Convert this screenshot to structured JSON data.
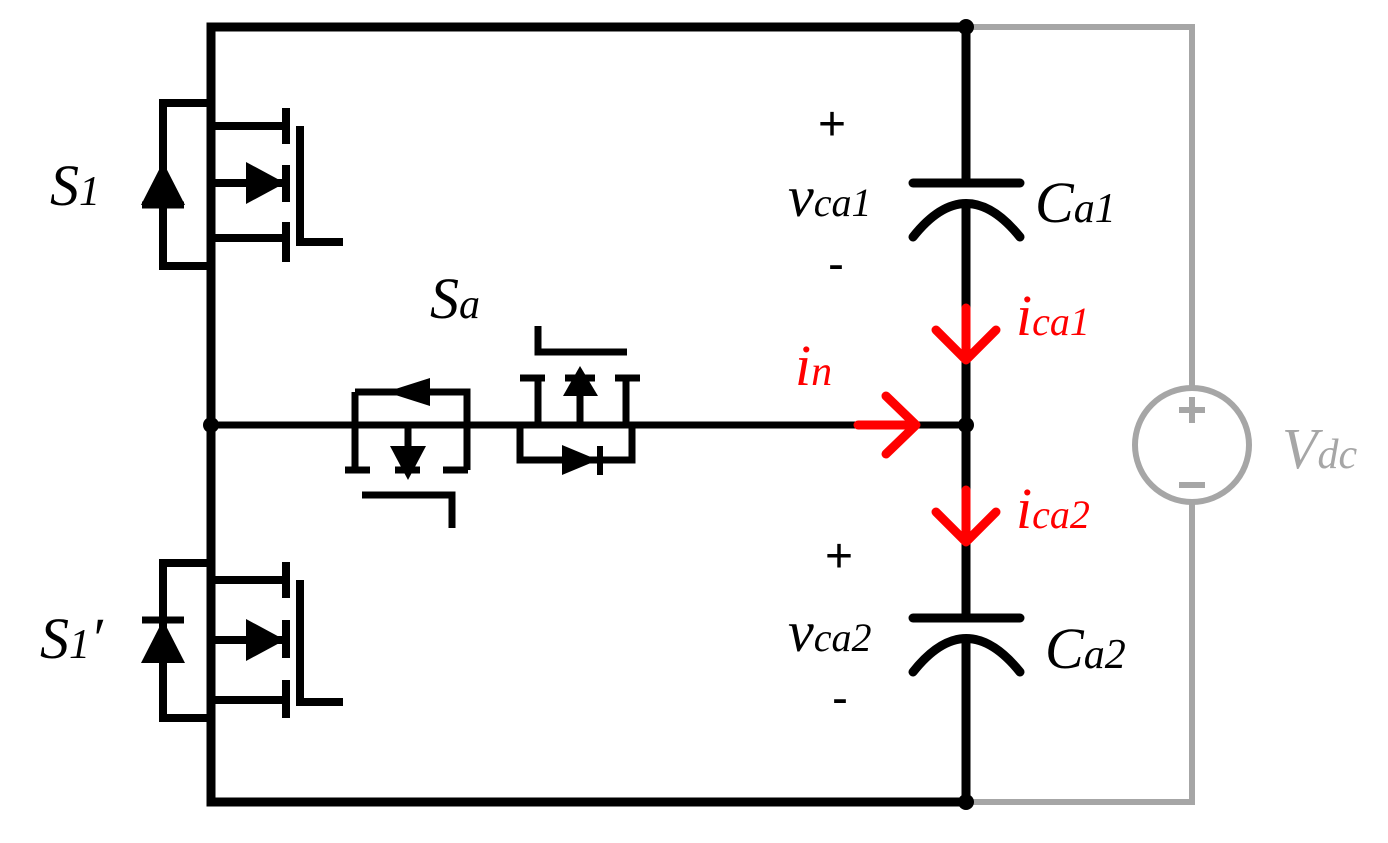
{
  "labels": {
    "s1": {
      "main": "S",
      "sub": "1"
    },
    "s1p": {
      "main": "S",
      "sub": "1",
      "prime": "′"
    },
    "sa": {
      "main": "S",
      "sub": "a"
    },
    "vca1": {
      "main": "v",
      "sub": "ca1"
    },
    "vca2": {
      "main": "v",
      "sub": "ca2"
    },
    "ca1": {
      "main": "C",
      "sub": "a1"
    },
    "ca2": {
      "main": "C",
      "sub": "a2"
    },
    "ica1": {
      "main": "i",
      "sub": "ca1"
    },
    "ica2": {
      "main": "i",
      "sub": "ca2"
    },
    "in": {
      "main": "i",
      "sub": "n"
    },
    "vdc": {
      "main": "V",
      "sub": "dc"
    }
  },
  "signs": {
    "plus": "+",
    "minus": "-"
  },
  "colors": {
    "wire": "#000000",
    "current": "#ff0000",
    "source": "#a6a6a6"
  }
}
